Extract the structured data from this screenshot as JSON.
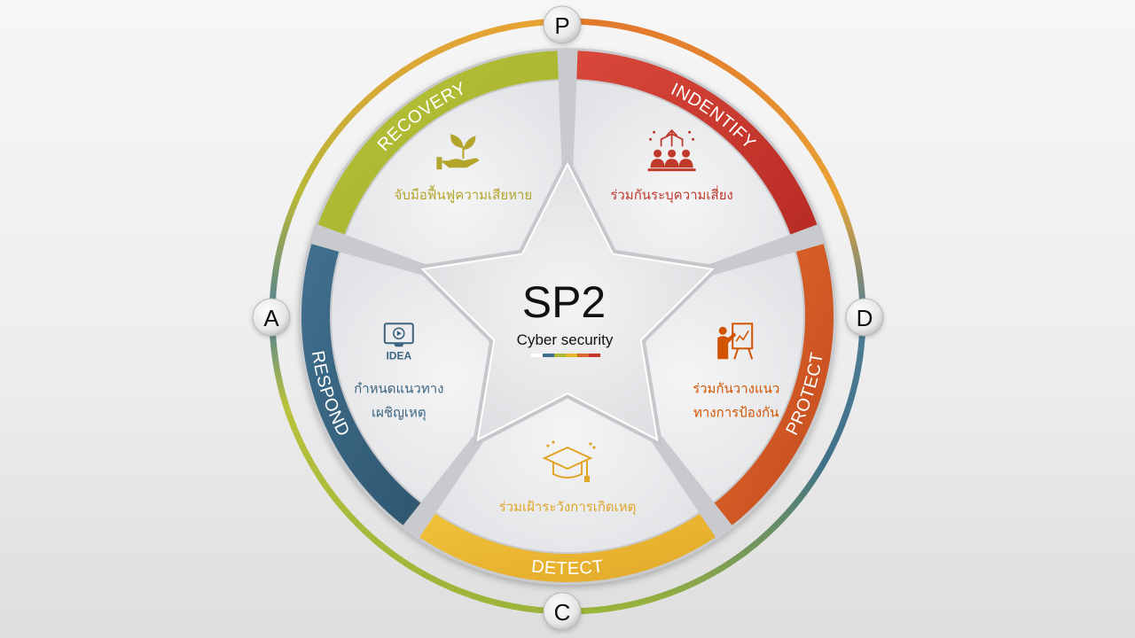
{
  "center": {
    "title": "SP2",
    "subtitle": "Cyber security",
    "bar_colors": [
      "#ffffff",
      "#3f6f8e",
      "#a9b733",
      "#e6b52e",
      "#d9662b",
      "#c8372c"
    ]
  },
  "cycle_letters": {
    "top": "P",
    "right": "D",
    "bottom": "C",
    "left": "A"
  },
  "segments": [
    {
      "id": "identify",
      "label": "INDENTIFY",
      "color_start": "#d9483a",
      "color_end": "#b82b24",
      "text_color": "#c0392b",
      "icon": "team-growth-icon",
      "lines": [
        "ร่วมกันระบุความเสี่ยง"
      ]
    },
    {
      "id": "protect",
      "label": "PROTECT",
      "color_start": "#e06a2a",
      "color_end": "#c44a1f",
      "text_color": "#d35400",
      "icon": "presentation-icon",
      "lines": [
        "ร่วมกันวางแนว",
        "ทางการป้องกัน"
      ]
    },
    {
      "id": "detect",
      "label": "DETECT",
      "color_start": "#f0c23a",
      "color_end": "#e2a82a",
      "text_color": "#e0a526",
      "icon": "graduation-cap-icon",
      "lines": [
        "ร่วมเฝ้าระวังการเกิดเหตุ"
      ]
    },
    {
      "id": "respond",
      "label": "RESPOND",
      "color_start": "#41708f",
      "color_end": "#2e566f",
      "text_color": "#3c6580",
      "icon": "idea-monitor-icon",
      "lines": [
        "กำหนดแนวทาง",
        "เผชิญเหตุ"
      ]
    },
    {
      "id": "recovery",
      "label": "RECOVERY",
      "color_start": "#b9c43a",
      "color_end": "#a2ad2c",
      "text_color": "#b3a52c",
      "icon": "plant-hand-icon",
      "lines": [
        "จับมือฟื้นฟูความเสียหาย"
      ]
    }
  ]
}
